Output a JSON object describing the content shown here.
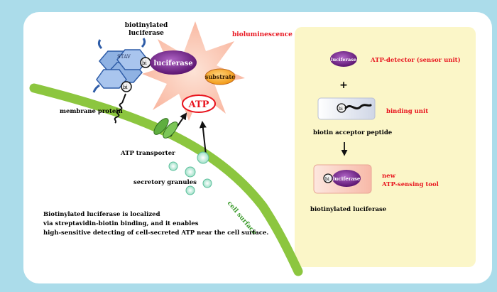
{
  "left_panel": {
    "label_biotinylated_luciferase": [
      "biotinylated",
      "luciferase"
    ],
    "label_bioluminescence": "bioluminescence",
    "label_stav": "STAV",
    "label_bi": "bi",
    "label_luciferase": "luciferase",
    "label_substrate": "substrate",
    "label_atp": "ATP",
    "label_membrane_protein": "membrane protein",
    "label_atp_transporter": "ATP transporter",
    "label_secretory_granules": "secretory granules",
    "label_cell_surface": "cell surface",
    "description": [
      "Biotinylated luciferase is localized",
      "via streptavidin-biotin binding, and it enables",
      "high-sensitive detecting of cell-secreted ATP near the cell surface."
    ]
  },
  "right_panel": {
    "sensor_luciferase": "luciferase",
    "sensor_label": "ATP-detector (sensor unit)",
    "plus": "+",
    "binding_bi": "bi",
    "binding_label": "binding unit",
    "peptide_label": "biotin acceptor peptide",
    "arrow": "↓",
    "tool_bi": "bi",
    "tool_luciferase": "luciferase",
    "tool_label": [
      "new",
      "ATP-sensing tool"
    ],
    "tool_caption": "biotinylated luciferase"
  },
  "colors": {
    "background": "#abdcea",
    "card": "#ffffff",
    "right_panel": "#fbf6c8",
    "luciferase_purple": "#7d2a90",
    "red_text": "#e8141e",
    "cell_surface_green": "#8cc63f",
    "stav_blue": "#4a77c0",
    "substrate_orange": "#f5a623"
  }
}
